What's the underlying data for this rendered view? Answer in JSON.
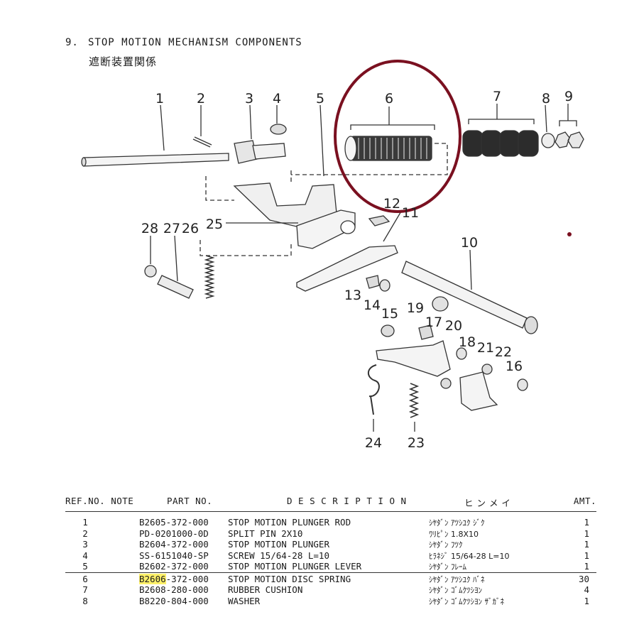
{
  "section": {
    "number": "9.",
    "title": "STOP MOTION MECHANISM COMPONENTS",
    "title_jp": "遮断装置関係"
  },
  "callouts": [
    "1",
    "2",
    "3",
    "4",
    "5",
    "6",
    "7",
    "8",
    "9",
    "10",
    "11",
    "12",
    "13",
    "14",
    "15",
    "16",
    "17",
    "18",
    "19",
    "20",
    "21",
    "22",
    "23",
    "24",
    "25",
    "26",
    "27",
    "28"
  ],
  "highlight_ring_color": "#7a1020",
  "highlight_text_color": "#fff16a",
  "table": {
    "headers": {
      "ref": "REF.NO. NOTE",
      "part": "PART NO.",
      "desc": "D E S C R I P T I O N",
      "jp": "ヒ ン メ イ",
      "amt": "AMT."
    },
    "rows": [
      {
        "ref": "1",
        "part_hl": "",
        "part": "B2605-372-000",
        "desc": "STOP MOTION PLUNGER ROD",
        "jp": "ｼﾔﾀﾞﾝ ｱﾂｼﾕｸ ｼﾞｸ",
        "amt": "1"
      },
      {
        "ref": "2",
        "part_hl": "",
        "part": "PD-0201000-0D",
        "desc": "SPLIT PIN 2X10",
        "jp": "ﾜﾘﾋﾟﾝ 1.8X10",
        "amt": "1"
      },
      {
        "ref": "3",
        "part_hl": "",
        "part": "B2604-372-000",
        "desc": "STOP MOTION PLUNGER",
        "jp": "ｼﾔﾀﾞﾝ ﾌﾂｸ",
        "amt": "1"
      },
      {
        "ref": "4",
        "part_hl": "",
        "part": "SS-6151040-SP",
        "desc": "SCREW  15/64-28 L=10",
        "jp": "ﾋﾗﾈｼﾞ 15/64-28 L=10",
        "amt": "1"
      },
      {
        "ref": "5",
        "part_hl": "",
        "part": "B2602-372-000",
        "desc": "STOP MOTION PLUNGER LEVER",
        "jp": "ｼﾔﾀﾞﾝ ﾌﾚｰﾑ",
        "amt": "1"
      },
      {
        "ref": "6",
        "part_hl": "B2606",
        "part": "-372-000",
        "desc": "STOP MOTION DISC SPRING",
        "jp": "ｼﾔﾀﾞﾝ ｱﾂｼﾕｸ ﾊﾞﾈ",
        "amt": "30"
      },
      {
        "ref": "7",
        "part_hl": "",
        "part": "B2608-280-000",
        "desc": "RUBBER CUSHION",
        "jp": "ｼﾔﾀﾞﾝ ｺﾞﾑｸﾂｼﾖﾝ",
        "amt": "4"
      },
      {
        "ref": "8",
        "part_hl": "",
        "part": "B8220-804-000",
        "desc": "WASHER",
        "jp": "ｼﾔﾀﾞﾝ ｺﾞﾑｸﾂｼﾖﾝ ｻﾞｶﾞﾈ",
        "amt": "1"
      }
    ]
  }
}
